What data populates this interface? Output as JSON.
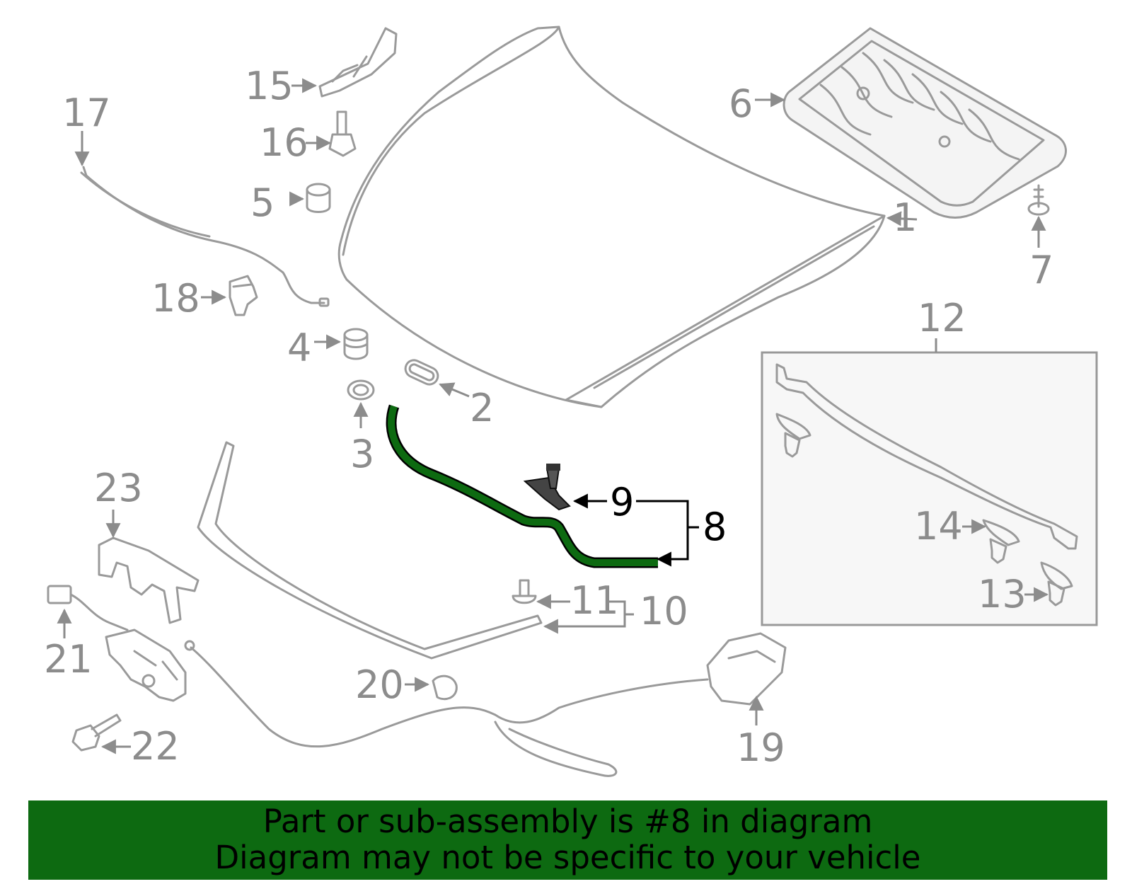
{
  "diagram": {
    "highlight_color": "#0d6a11",
    "highlighted_part": "8",
    "callouts": {
      "c1": "1",
      "c2": "2",
      "c3": "3",
      "c4": "4",
      "c5": "5",
      "c6": "6",
      "c7": "7",
      "c8": "8",
      "c9": "9",
      "c10": "10",
      "c11": "11",
      "c12": "12",
      "c13": "13",
      "c14": "14",
      "c15": "15",
      "c16": "16",
      "c17": "17",
      "c18": "18",
      "c19": "19",
      "c20": "20",
      "c21": "21",
      "c22": "22",
      "c23": "23"
    }
  },
  "banner": {
    "line1": "Part or sub-assembly is #8 in diagram",
    "line2": "Diagram may not be specific to your vehicle"
  }
}
